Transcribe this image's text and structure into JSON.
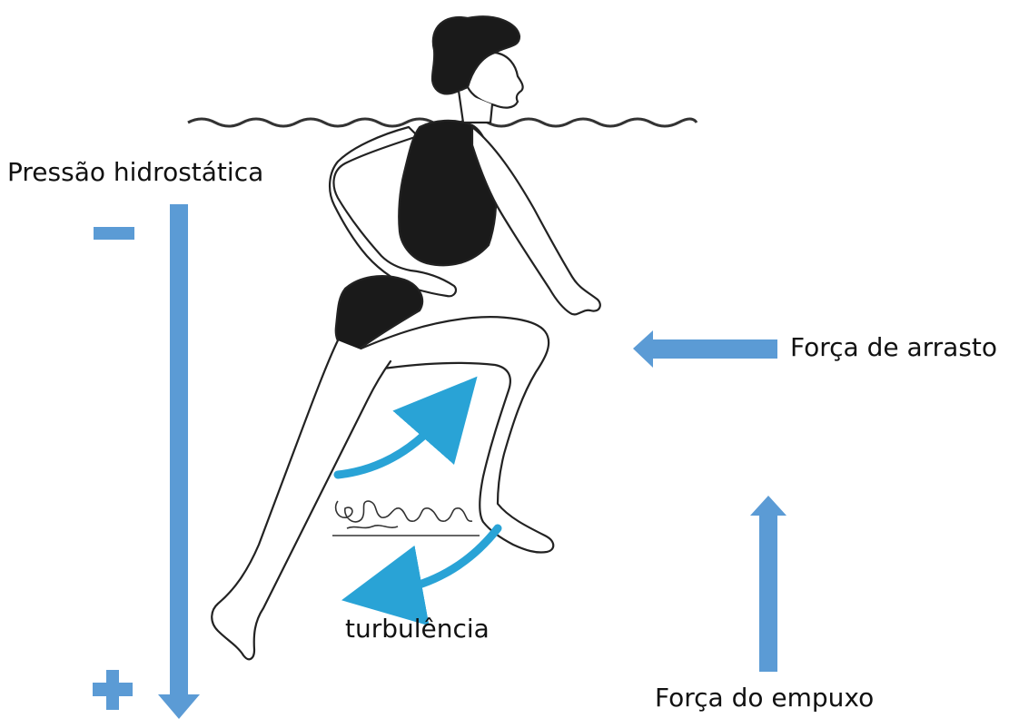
{
  "labels": {
    "hydrostatic_pressure": "Pressão hidrostática",
    "minus_sign": "−",
    "plus_sign": "+",
    "drag_force": "Força de arrasto",
    "turbulence": "turbulência",
    "buoyancy_force": "Força do empuxo"
  },
  "colors": {
    "force_arrow": "#5b9bd5",
    "turbulence_arrow": "#29a3d6",
    "figure_fill": "#1a1a1a",
    "outline": "#222222",
    "text": "#111111"
  },
  "icons": {
    "minus": "minus-sign-icon",
    "plus": "plus-sign-icon",
    "water": "water-surface-wave",
    "swimmer": "swimmer-figure-illustration",
    "eddy": "turbulence-scribble-icon"
  }
}
